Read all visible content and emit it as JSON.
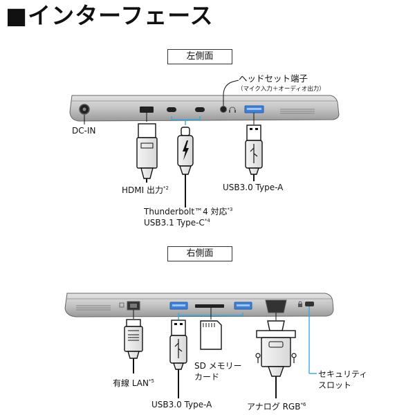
{
  "title": "■インターフェース",
  "sections": {
    "left": "左側面",
    "right": "右側面"
  },
  "left_ports": {
    "headset_title": "ヘッドセット端子",
    "headset_sub": "（マイク入力＋オーディオ出力）",
    "dc_in": "DC-IN",
    "hdmi_label": "HDMI 出力",
    "hdmi_note": "*2",
    "thunderbolt_label": "Thunderbolt™4 対応",
    "thunderbolt_note": "*3",
    "usbc_label": "USB3.1 Type-C",
    "usbc_note": "*4",
    "usb_a_label": "USB3.0 Type-A"
  },
  "right_ports": {
    "lan_label": "有線 LAN",
    "lan_note": "*5",
    "usb_a_label": "USB3.0 Type-A",
    "sd_line1": "SD メモリー",
    "sd_line2": "カード",
    "rgb_label": "アナログ RGB",
    "rgb_note": "*6",
    "security_line1": "セキュリティ",
    "security_line2": "スロット"
  },
  "colors": {
    "chassis": "#c9c9c9",
    "chassis_dark": "#8e8e8e",
    "usb_blue": "#3f7fd6",
    "bracket_blue": "#39a7e0",
    "line": "#111111"
  },
  "icons": [
    "headset-icon",
    "lan-icon",
    "sd-card-icon",
    "thunderbolt-icon",
    "lock-icon"
  ]
}
